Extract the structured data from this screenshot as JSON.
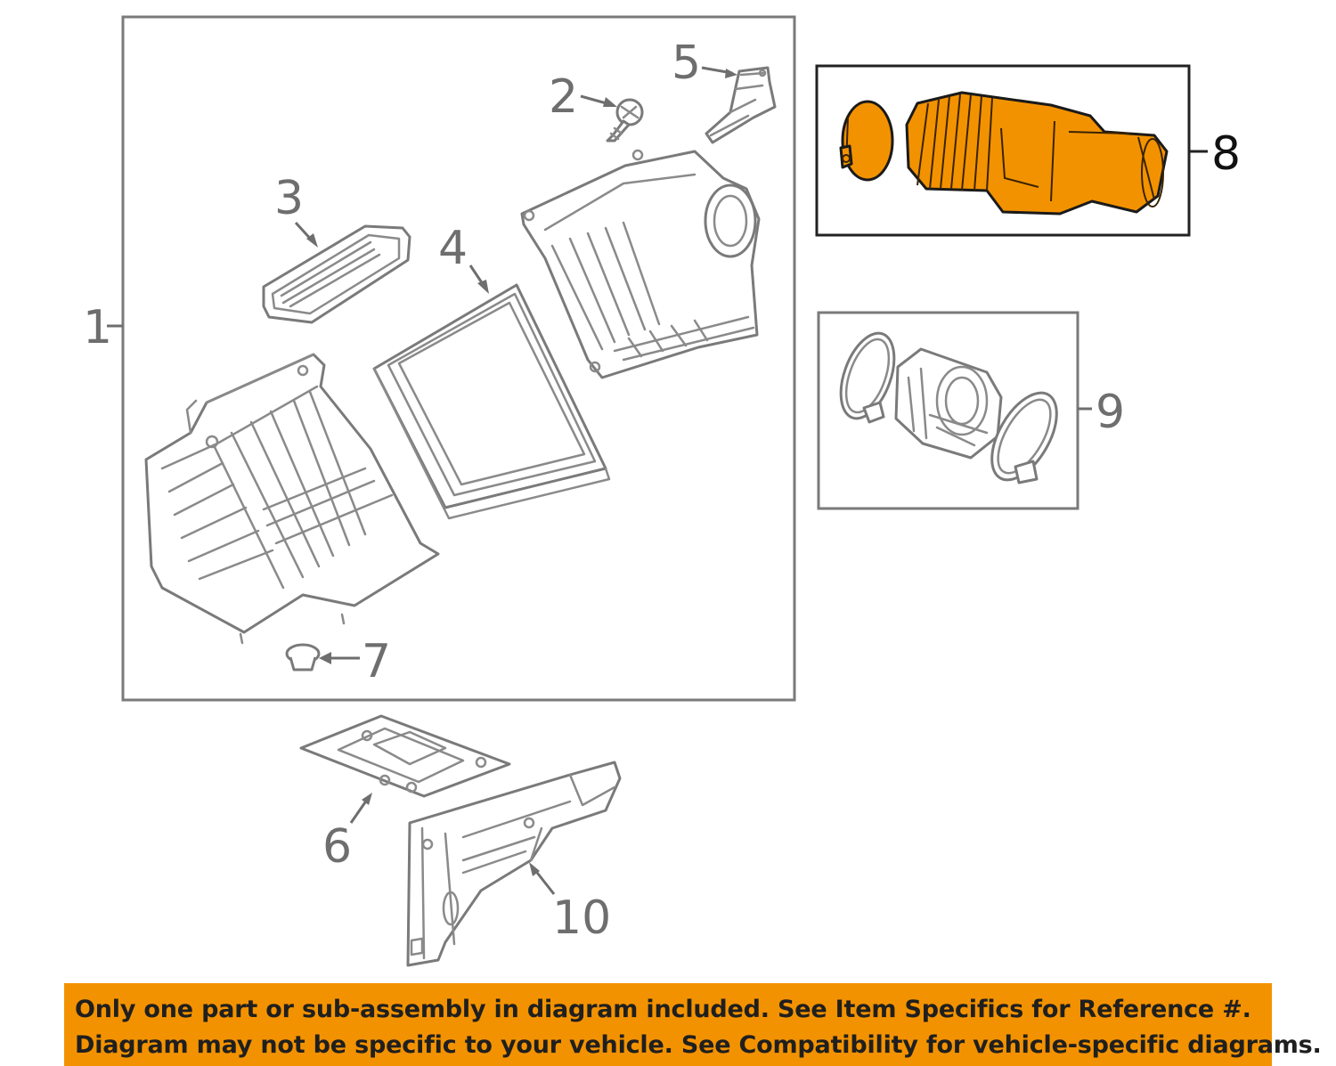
{
  "callouts": {
    "c1": "1",
    "c2": "2",
    "c3": "3",
    "c4": "4",
    "c5": "5",
    "c6": "6",
    "c7": "7",
    "c8": "8",
    "c9": "9",
    "c10": "10"
  },
  "highlighted_part": "8",
  "colors": {
    "highlight": "#f39200",
    "line_art": "#7a7a7a",
    "notice_bg": "#f39200"
  },
  "notice": {
    "line1": "Only one part or sub-assembly in diagram included. See Item Specifics for Reference #.",
    "line2": "Diagram may not be specific to your vehicle. See Compatibility for vehicle-specific diagrams."
  }
}
